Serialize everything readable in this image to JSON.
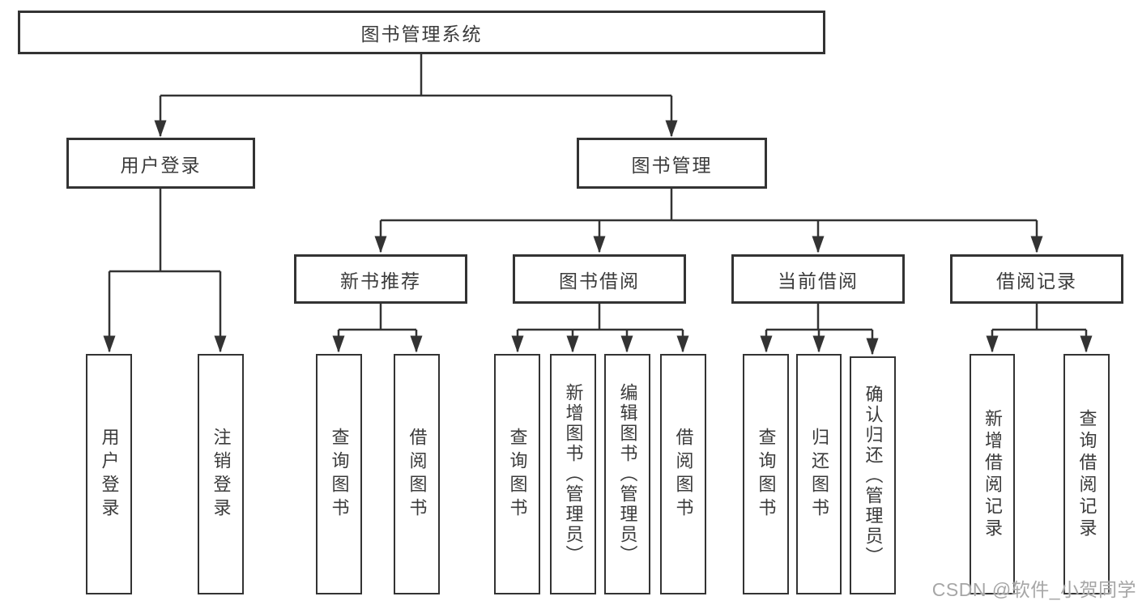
{
  "watermark": {
    "text": "CSDN @软件_小贺同学"
  },
  "palette": {
    "line_color": "#333333",
    "text_color": "#3b3b3b",
    "box_background": "#ffffff",
    "watermark_color": "#a6a6a6"
  },
  "tree": {
    "root": {
      "label": "图书管理系统",
      "children": [
        {
          "label": "用户登录",
          "children": [
            {
              "label": "用户登录"
            },
            {
              "label": "注销登录"
            }
          ]
        },
        {
          "label": "图书管理",
          "children": [
            {
              "label": "新书推荐",
              "children": [
                {
                  "label": "查询图书"
                },
                {
                  "label": "借阅图书"
                }
              ]
            },
            {
              "label": "图书借阅",
              "children": [
                {
                  "label": "查询图书"
                },
                {
                  "label": "新增图书（管理员）"
                },
                {
                  "label": "编辑图书（管理员）"
                },
                {
                  "label": "借阅图书"
                }
              ]
            },
            {
              "label": "当前借阅",
              "children": [
                {
                  "label": "查询图书"
                },
                {
                  "label": "归还图书"
                },
                {
                  "label": "确认归还（管理员）"
                }
              ]
            },
            {
              "label": "借阅记录",
              "children": [
                {
                  "label": "新增借阅记录"
                },
                {
                  "label": "查询借阅记录"
                }
              ]
            }
          ]
        }
      ]
    }
  }
}
